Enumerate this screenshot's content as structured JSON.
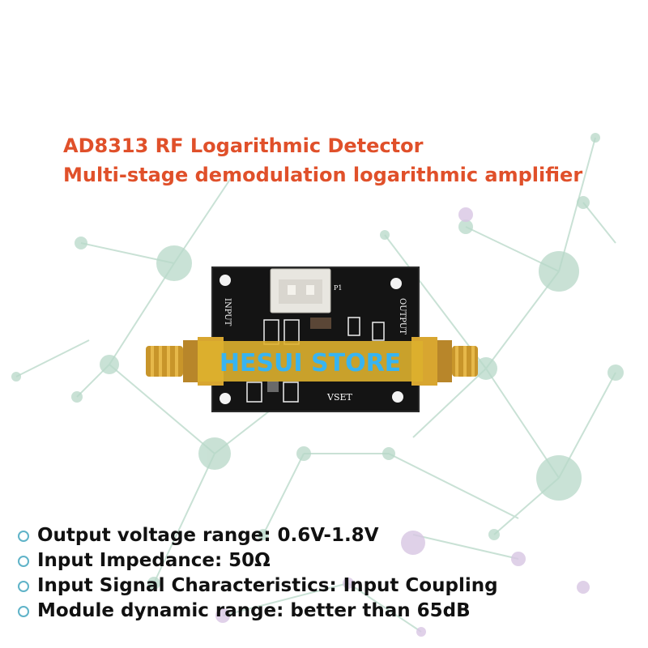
{
  "title": {
    "line1": "AD8313 RF Logarithmic Detector",
    "line2": "Multi-stage demodulation logarithmic amplifier"
  },
  "board": {
    "watermark": "HESUI STORE",
    "silkscreen": {
      "input": "INPUT",
      "output": "OUTPUT",
      "vset": "VSET",
      "p1": "P1"
    }
  },
  "features": [
    "Output voltage range: 0.6V-1.8V",
    "Input Impedance: 50Ω",
    "Input Signal Characteristics: Input Coupling",
    "Module dynamic range: better than 65dB"
  ],
  "colors": {
    "title": "#e0502a",
    "watermark": "#38b4f0",
    "pcb": "#111111",
    "connector": "#d8a630"
  }
}
